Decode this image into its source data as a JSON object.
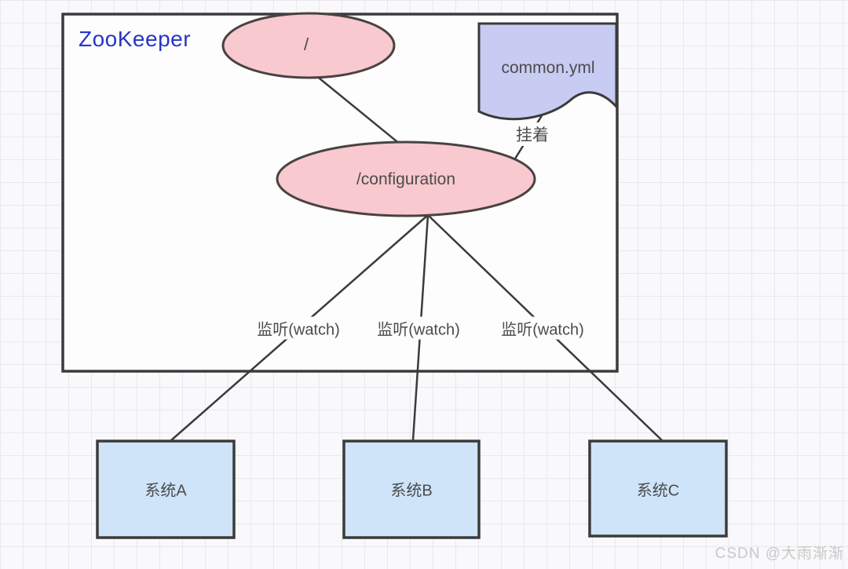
{
  "diagram": {
    "title": "ZooKeeper",
    "root_node": "/",
    "config_node": "/configuration",
    "document_node": "common.yml",
    "attach_label": "挂着",
    "watch_labels": [
      "监听(watch)",
      "监听(watch)",
      "监听(watch)"
    ],
    "systems": [
      {
        "label": "系统A"
      },
      {
        "label": "系统B"
      },
      {
        "label": "系统C"
      }
    ],
    "watermark": "CSDN @大雨渐渐",
    "colors": {
      "znode_fill": "#f8c9ce",
      "document_fill": "#c8cbf2",
      "system_fill": "#cfe4f8",
      "outline": "#3b3b3b",
      "title_blue": "#2735c5",
      "grid_line": "#eae8ee",
      "watermark_gray": "#c9c9c9"
    }
  }
}
